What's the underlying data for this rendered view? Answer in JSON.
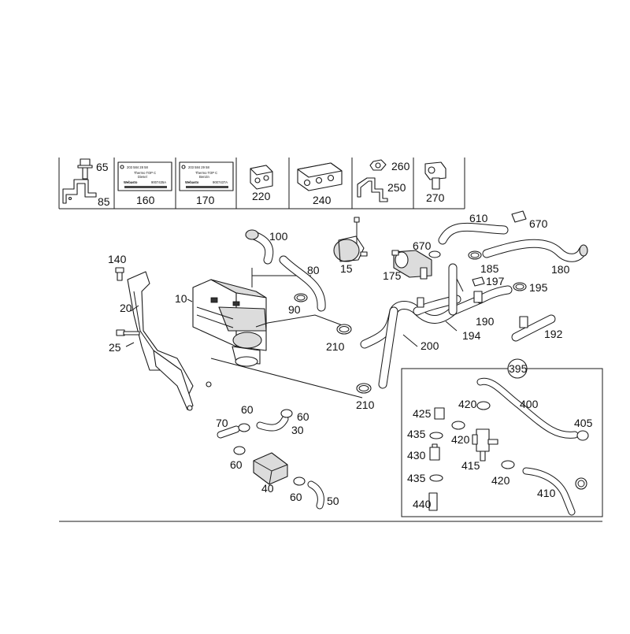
{
  "callouts": {
    "c65": "65",
    "c85": "85",
    "c160": "160",
    "c170": "170",
    "c220": "220",
    "c240": "240",
    "c260": "260",
    "c250": "250",
    "c270": "270",
    "c100": "100",
    "c80": "80",
    "c15": "15",
    "c670a": "670",
    "c610": "610",
    "c670b": "670",
    "c175": "175",
    "c185": "185",
    "c197": "197",
    "c195": "195",
    "c180": "180",
    "c140": "140",
    "c20": "20",
    "c10": "10",
    "c90": "90",
    "c190": "190",
    "c194": "194",
    "c200": "200",
    "c192": "192",
    "c25": "25",
    "c210a": "210",
    "c210b": "210",
    "c70": "70",
    "c60a": "60",
    "c60b": "60",
    "c30": "30",
    "c60c": "60",
    "c40": "40",
    "c60d": "60",
    "c50": "50",
    "c395": "395",
    "c400": "400",
    "c425": "425",
    "c420a": "420",
    "c405": "405",
    "c435a": "435",
    "c420b": "420",
    "c430": "430",
    "c415": "415",
    "c435b": "435",
    "c420c": "420",
    "c410": "410",
    "c440": "440"
  },
  "labels": {
    "diesel": {
      "part_no": "203 584 28 58",
      "line1": "Thermo TOP C",
      "line2": "Diesel",
      "brand": "Webasto",
      "code": "9007435A"
    },
    "benzin": {
      "part_no": "203 584 29 58",
      "line1": "Thermo TOP C",
      "line2": "Benzin",
      "brand": "Webasto",
      "code": "9007437A"
    }
  }
}
